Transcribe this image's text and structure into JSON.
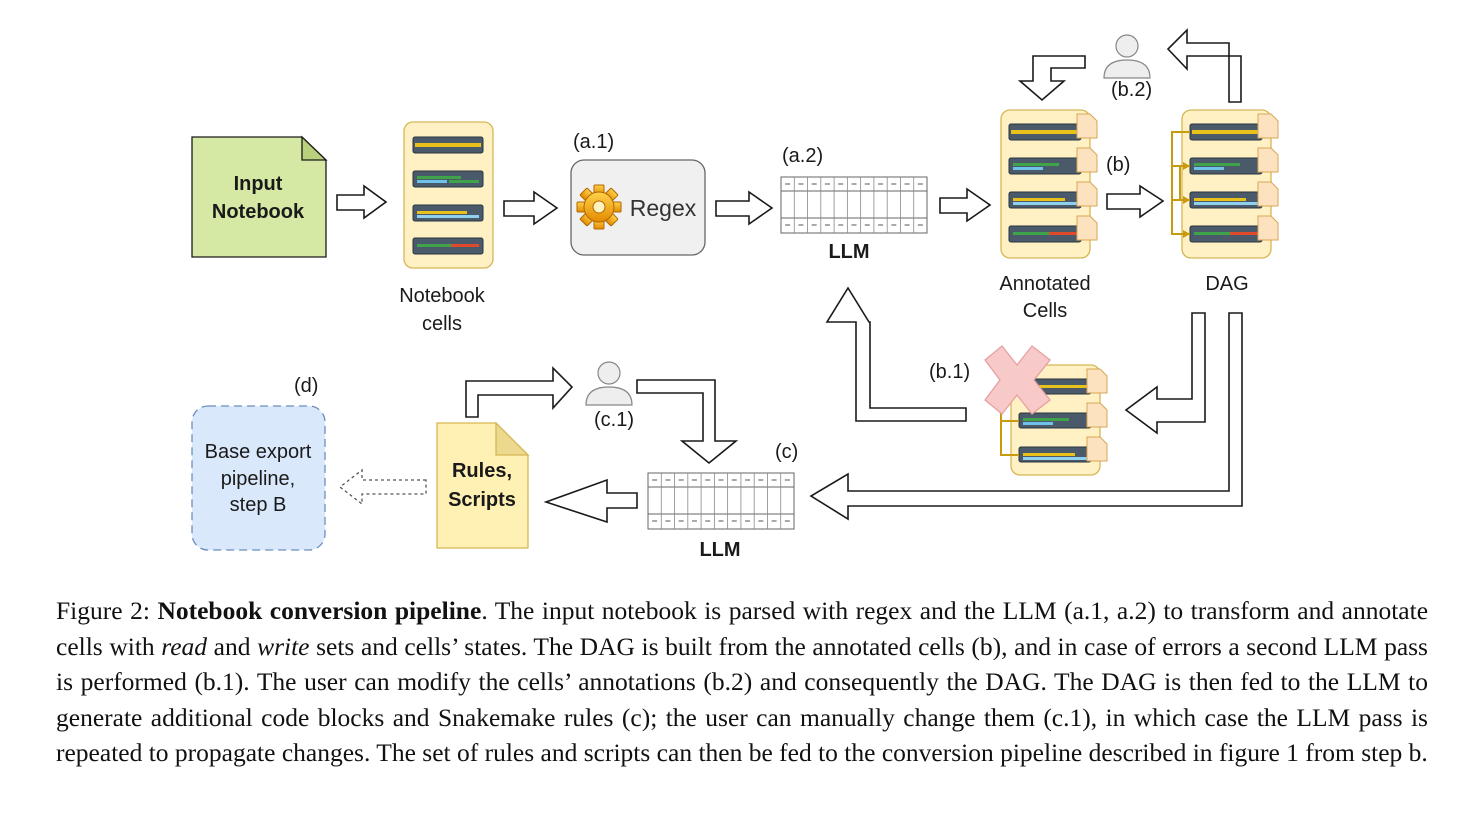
{
  "nodes": {
    "input": {
      "line1": "Input",
      "line2": "Notebook"
    },
    "cells": {
      "line1": "Notebook",
      "line2": "cells"
    },
    "regex": {
      "tag": "(a.1)",
      "label": "Regex"
    },
    "llm1": {
      "tag": "(a.2)",
      "label": "LLM"
    },
    "annotated": {
      "line1": "Annotated",
      "line2": "Cells"
    },
    "dag": {
      "tag": "(b)",
      "label": "DAG"
    },
    "user_b2": {
      "tag": "(b.2)"
    },
    "error": {
      "tag": "(b.1)"
    },
    "llm2": {
      "tag": "(c)",
      "label": "LLM"
    },
    "user_c1": {
      "tag": "(c.1)"
    },
    "rules": {
      "line1": "Rules,",
      "line2": "Scripts"
    },
    "base": {
      "tag": "(d)",
      "line1": "Base export",
      "line2": "pipeline,",
      "line3": "step B"
    }
  },
  "caption": {
    "prefix": "Figure 2: ",
    "title": "Notebook conversion pipeline",
    "t1": ". The input notebook is parsed with regex and the LLM (a.1, a.2) to transform and annotate cells with ",
    "read": "read",
    "t2": " and ",
    "write": "write",
    "t3": " sets and cells’ states. The DAG is built from the annotated cells (b), and in case of errors a second LLM pass is performed (b.1). The user can modify the cells’ annotations (b.2) and consequently the DAG. The DAG is then fed to the LLM to generate additional code blocks and Snakemake rules (c); the user can manually change them (c.1), in which case the LLM pass is repeated to propagate changes. The set of rules and scripts can then be fed to the conversion pipeline described in figure 1 from step b."
  },
  "colors": {
    "notebook_green": "#d5e8a4",
    "cell_panel": "#fff1c4",
    "cell_border": "#d6b656",
    "cell_body": "#4a5a6a",
    "regex_box": "#f0f0f0",
    "rules_doc": "#fff0b3",
    "base_box": "#dae8fc",
    "base_border": "#6c8ebf",
    "error_x": "#f8c9c9",
    "dag_edge": "#c89b0e"
  },
  "icons": [
    "gear-icon",
    "user-icon",
    "document-icon",
    "cross-icon",
    "transformer-layers-icon"
  ]
}
